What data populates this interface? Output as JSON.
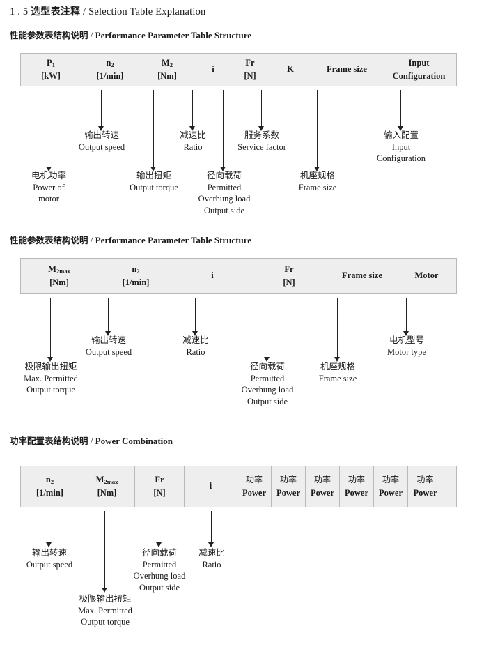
{
  "document": {
    "title_number": "1 . 5",
    "title_cn": "选型表注释",
    "title_sep": "/",
    "title_en": "Selection Table Explanation"
  },
  "sections": [
    {
      "id": "performance-parameter-table-structure-1",
      "heading_cn": "性能参数表结构说明",
      "heading_sep": "/",
      "heading_en": "Performance Parameter Table Structure",
      "table": {
        "divided": false,
        "columns": [
          {
            "symbol": "P",
            "sub": "1",
            "unit": "[kW]"
          },
          {
            "symbol": "n",
            "sub": "2",
            "unit": "[1/min]"
          },
          {
            "symbol": "M",
            "sub": "2",
            "unit": "[Nm]"
          },
          {
            "symbol": "i",
            "sub": "",
            "unit": ""
          },
          {
            "symbol": "Fr",
            "sub": "",
            "unit": "[N]"
          },
          {
            "symbol": "K",
            "sub": "",
            "unit": ""
          },
          {
            "symbol": "Frame size",
            "sub": "",
            "unit": ""
          },
          {
            "symbol": "Input",
            "sub": "",
            "unit": "Configuration"
          }
        ]
      },
      "annotations": [
        {
          "cn": "电机功率",
          "en": [
            "Power of",
            "motor"
          ]
        },
        {
          "cn": "输出转速",
          "en": [
            "Output speed"
          ]
        },
        {
          "cn": "输出扭矩",
          "en": [
            "Output torque"
          ]
        },
        {
          "cn": "减速比",
          "en": [
            "Ratio"
          ]
        },
        {
          "cn": "径向载荷",
          "en": [
            "Permitted",
            "Overhung load",
            "Output side"
          ]
        },
        {
          "cn": "服务系数",
          "en": [
            "Service factor"
          ]
        },
        {
          "cn": "机座规格",
          "en": [
            "Frame size"
          ]
        },
        {
          "cn": "输入配置",
          "en": [
            "Input",
            "Configuration"
          ]
        }
      ]
    },
    {
      "id": "performance-parameter-table-structure-2",
      "heading_cn": "性能参数表结构说明",
      "heading_sep": "/",
      "heading_en": "Performance Parameter Table Structure",
      "table": {
        "divided": false,
        "columns": [
          {
            "symbol": "M",
            "sub": "2max",
            "unit": "[Nm]"
          },
          {
            "symbol": "n",
            "sub": "2",
            "unit": "[1/min]"
          },
          {
            "symbol": "i",
            "sub": "",
            "unit": ""
          },
          {
            "symbol": "Fr",
            "sub": "",
            "unit": "[N]"
          },
          {
            "symbol": "Frame size",
            "sub": "",
            "unit": ""
          },
          {
            "symbol": "Motor",
            "sub": "",
            "unit": ""
          }
        ]
      },
      "annotations": [
        {
          "cn": "极限输出扭矩",
          "en": [
            "Max. Permitted",
            "Output  torque"
          ]
        },
        {
          "cn": "输出转速",
          "en": [
            "Output speed"
          ]
        },
        {
          "cn": "减速比",
          "en": [
            "Ratio"
          ]
        },
        {
          "cn": "径向载荷",
          "en": [
            "Permitted",
            "Overhung load",
            "Output side"
          ]
        },
        {
          "cn": "机座规格",
          "en": [
            "Frame size"
          ]
        },
        {
          "cn": "电机型号",
          "en": [
            "Motor type"
          ]
        }
      ]
    },
    {
      "id": "power-combination",
      "heading_cn": "功率配置表结构说明",
      "heading_sep": "/",
      "heading_en": "Power Combination",
      "table": {
        "divided": true,
        "columns": [
          {
            "symbol": "n",
            "sub": "2",
            "unit": "[1/min]"
          },
          {
            "symbol": "M",
            "sub": "2max",
            "unit": "[Nm]"
          },
          {
            "symbol": "Fr",
            "sub": "",
            "unit": "[N]"
          },
          {
            "symbol": "i",
            "sub": "",
            "unit": ""
          },
          {
            "symbol": "功率",
            "sub": "",
            "unit": "Power"
          },
          {
            "symbol": "功率",
            "sub": "",
            "unit": "Power"
          },
          {
            "symbol": "功率",
            "sub": "",
            "unit": "Power"
          },
          {
            "symbol": "功率",
            "sub": "",
            "unit": "Power"
          },
          {
            "symbol": "功率",
            "sub": "",
            "unit": "Power"
          },
          {
            "symbol": "功率",
            "sub": "",
            "unit": "Power"
          }
        ]
      },
      "annotations": [
        {
          "cn": "输出转速",
          "en": [
            "Output speed"
          ]
        },
        {
          "cn": "极限输出扭矩",
          "en": [
            "Max. Permitted",
            "Output  torque"
          ]
        },
        {
          "cn": "径向载荷",
          "en": [
            "Permitted",
            "Overhung load",
            "Output side"
          ]
        },
        {
          "cn": "减速比",
          "en": [
            "Ratio"
          ]
        }
      ]
    }
  ],
  "colors": {
    "table_bg": "#eeeeee",
    "table_border": "#b9b9b9",
    "ink": "#1a1a1a",
    "arrow": "#222222"
  }
}
